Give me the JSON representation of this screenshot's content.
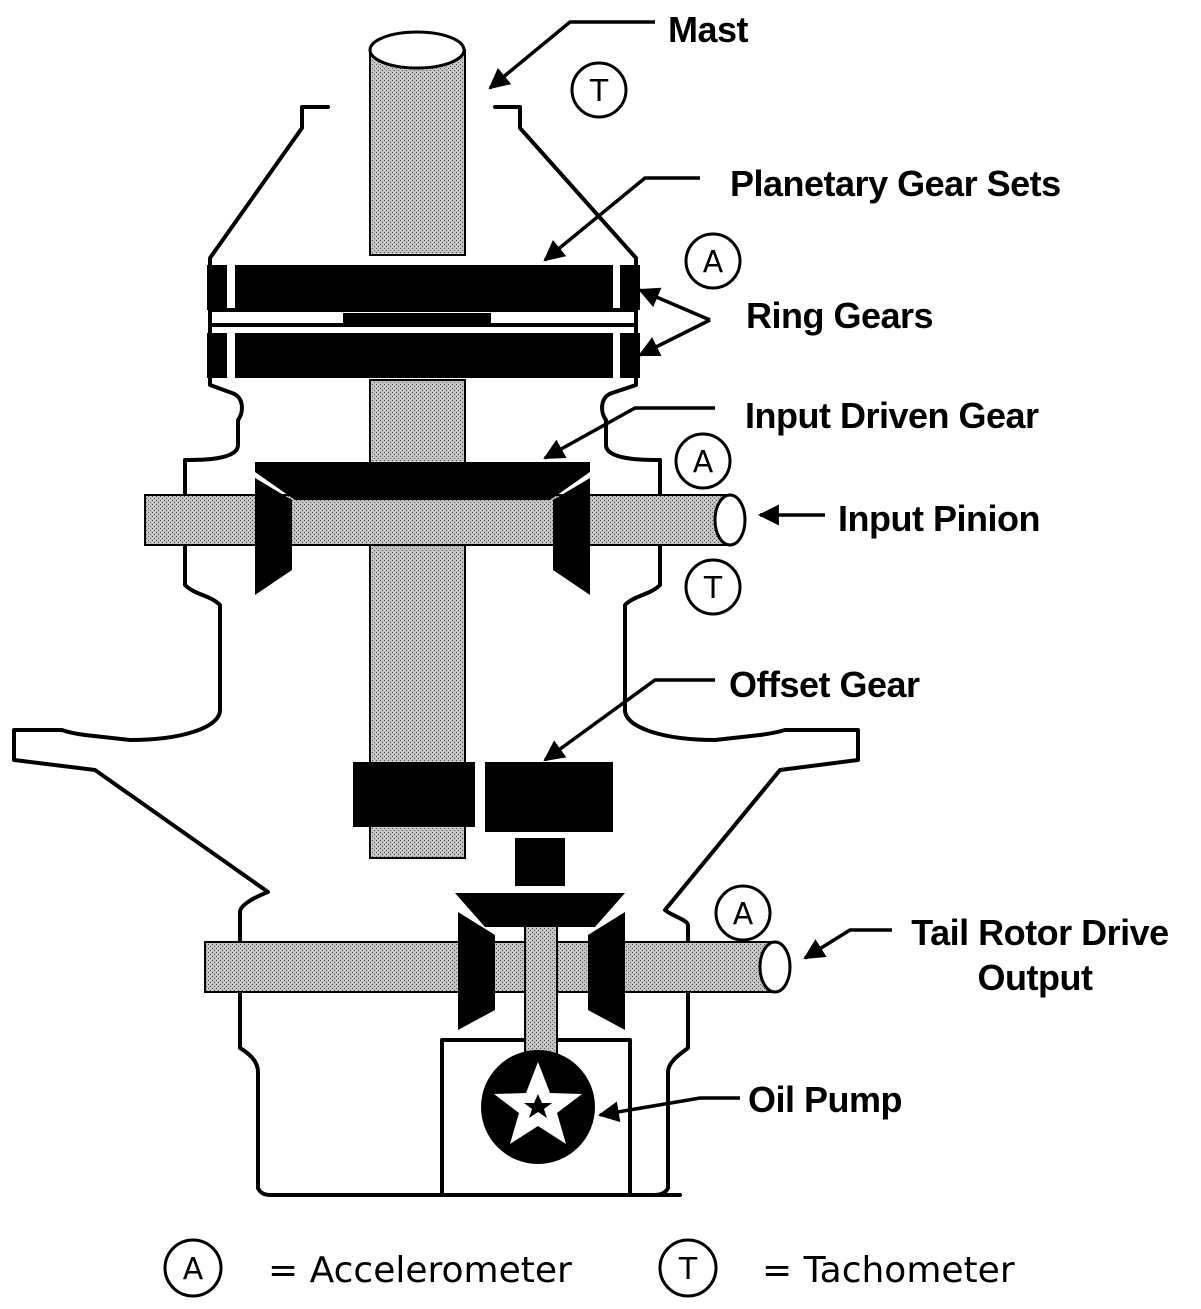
{
  "labels": {
    "mast": "Mast",
    "planetary": "Planetary Gear Sets",
    "ring": "Ring Gears",
    "input_driven": "Input Driven Gear",
    "input_pinion": "Input Pinion",
    "offset": "Offset Gear",
    "tail_line1": "Tail Rotor Drive",
    "tail_line2": "Output",
    "oil": "Oil Pump"
  },
  "symbols": {
    "accelerometer": "A",
    "tachometer": "T"
  },
  "legend": {
    "accelerometer": "= Accelerometer",
    "tachometer": "= Tachometer"
  }
}
